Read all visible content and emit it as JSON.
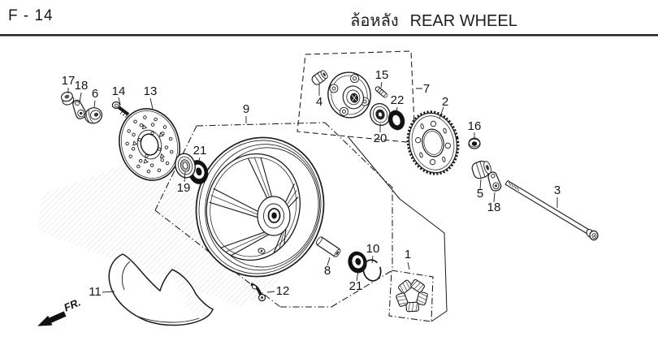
{
  "header": {
    "page_code": "F - 14",
    "title_thai": "ล้อหลัง",
    "title_en": "REAR WHEEL"
  },
  "direction_indicator": {
    "label": "FR."
  },
  "callouts": [
    {
      "text": "17"
    },
    {
      "text": "18"
    },
    {
      "text": "6"
    },
    {
      "text": "14"
    },
    {
      "text": "13"
    },
    {
      "text": "9"
    },
    {
      "text": "21"
    },
    {
      "text": "19"
    },
    {
      "text": "4"
    },
    {
      "text": "15"
    },
    {
      "text": "22"
    },
    {
      "text": "20"
    },
    {
      "text": "7"
    },
    {
      "text": "2"
    },
    {
      "text": "16"
    },
    {
      "text": "5"
    },
    {
      "text": "18"
    },
    {
      "text": "3"
    },
    {
      "text": "8"
    },
    {
      "text": "21"
    },
    {
      "text": "10"
    },
    {
      "text": "1"
    },
    {
      "text": "12"
    },
    {
      "text": "11"
    }
  ],
  "colors": {
    "line": "#1a1a1a",
    "text": "#111111",
    "rule": "#222222",
    "background": "#ffffff"
  }
}
